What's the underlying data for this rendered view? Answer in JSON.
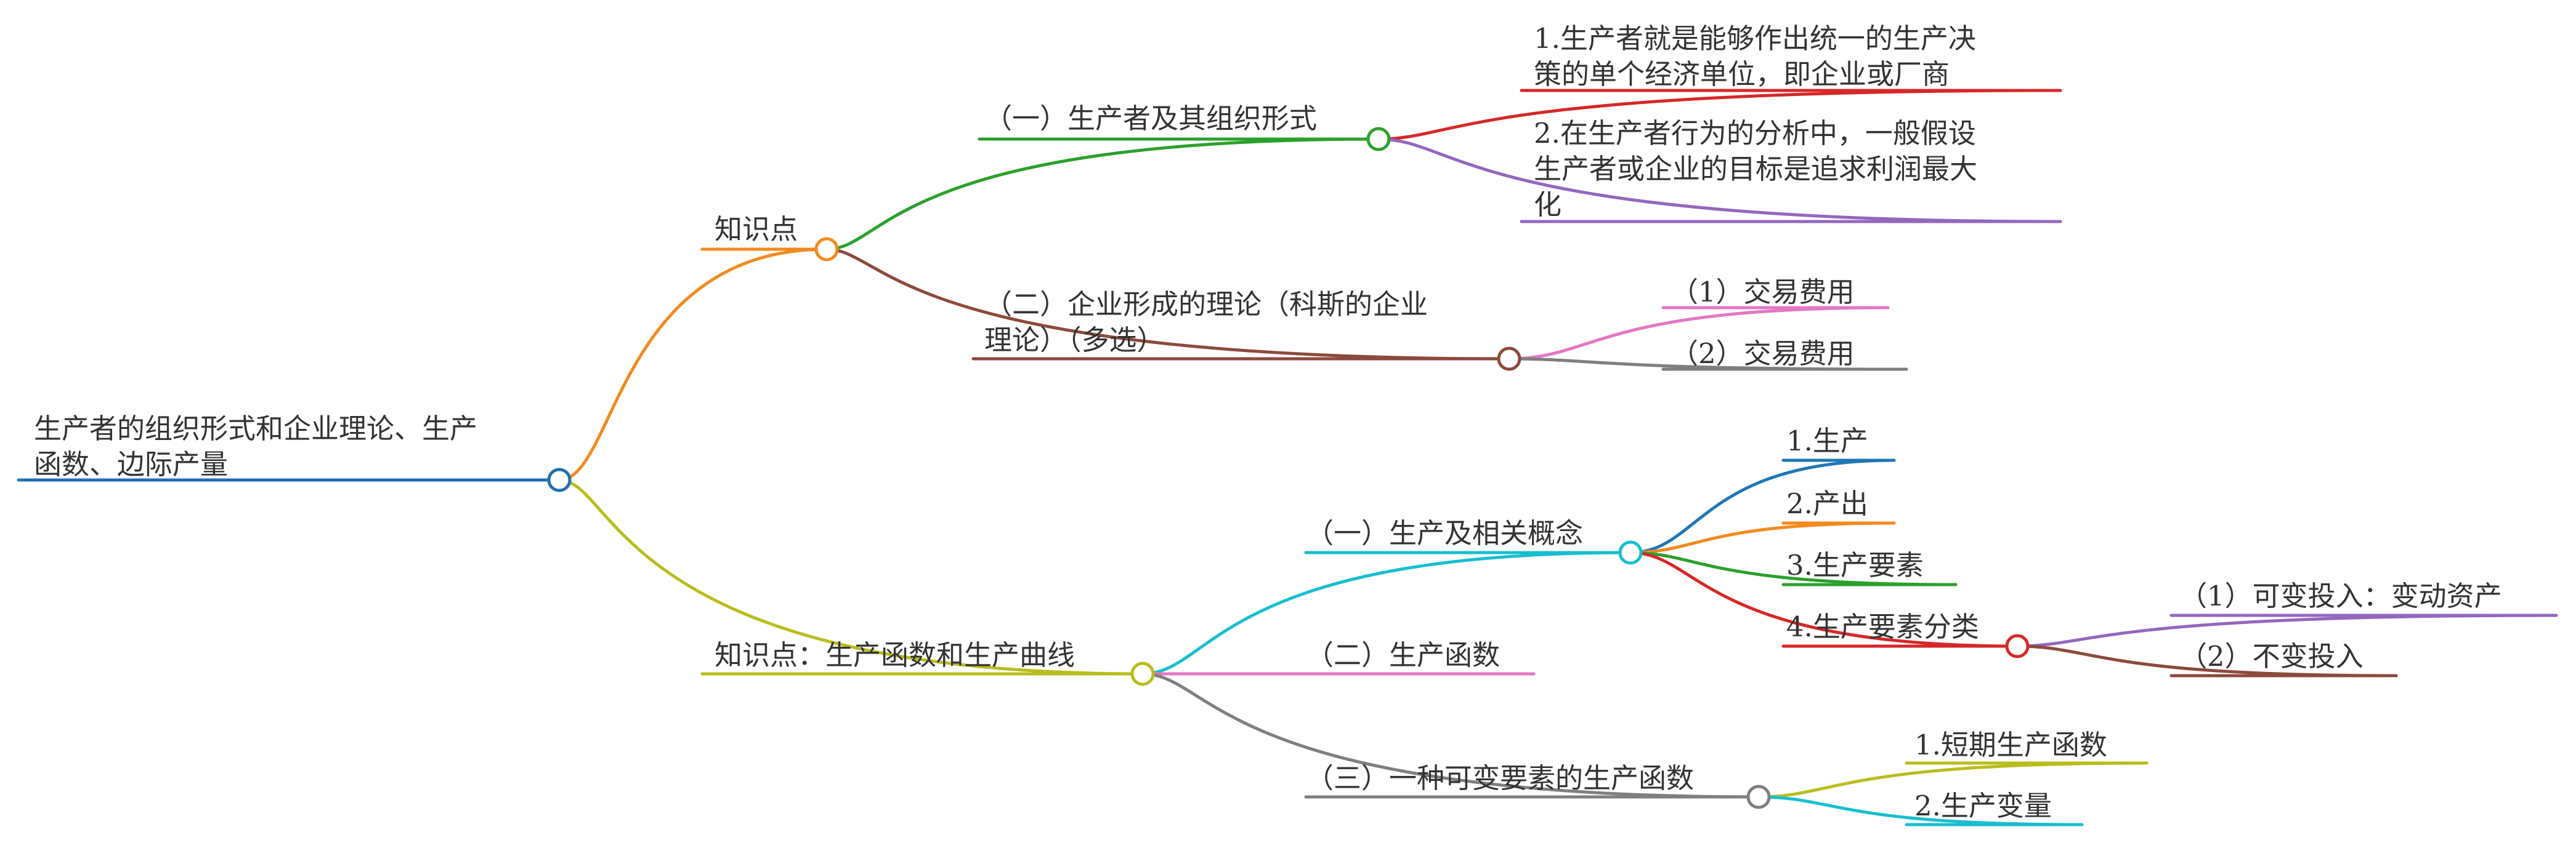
{
  "colors": {
    "root": "#1f6fb5",
    "orange": "#f28a1e",
    "olive": "#b9bd1c",
    "green": "#2ca02c",
    "brown": "#8b4a3c",
    "red": "#d62728",
    "purple": "#9467bd",
    "pink": "#e377c2",
    "gray": "#7f7f7f",
    "cyan": "#17becf",
    "blue": "#1f77b4"
  },
  "nodes": {
    "root": [
      "生产者的组织形式和企业理论、生产",
      "函数、边际产量"
    ],
    "k1": [
      "知识点"
    ],
    "k1a": [
      "（一）生产者及其组织形式"
    ],
    "k1a1": [
      "1.生产者就是能够作出统一的生产决",
      "策的单个经济单位，即企业或厂商"
    ],
    "k1a2": [
      "2.在生产者行为的分析中，一般假设",
      "生产者或企业的目标是追求利润最大",
      "化"
    ],
    "k1b": [
      "（二）企业形成的理论（科斯的企业",
      "理论）（多选）"
    ],
    "k1b1": [
      "（1）交易费用"
    ],
    "k1b2": [
      "（2）交易费用"
    ],
    "k2": [
      "知识点：生产函数和生产曲线"
    ],
    "k2a": [
      "（一）生产及相关概念"
    ],
    "k2a1": [
      "1.生产"
    ],
    "k2a2": [
      "2.产出"
    ],
    "k2a3": [
      "3.生产要素"
    ],
    "k2a4": [
      "4.生产要素分类"
    ],
    "k2a4a": [
      "（1）可变投入：变动资产"
    ],
    "k2a4b": [
      "（2）不变投入"
    ],
    "k2b": [
      "（二）生产函数"
    ],
    "k2c": [
      "（三）一种可变要素的生产函数"
    ],
    "k2c1": [
      "1.短期生产函数"
    ],
    "k2c2": [
      "2.生产变量"
    ]
  }
}
